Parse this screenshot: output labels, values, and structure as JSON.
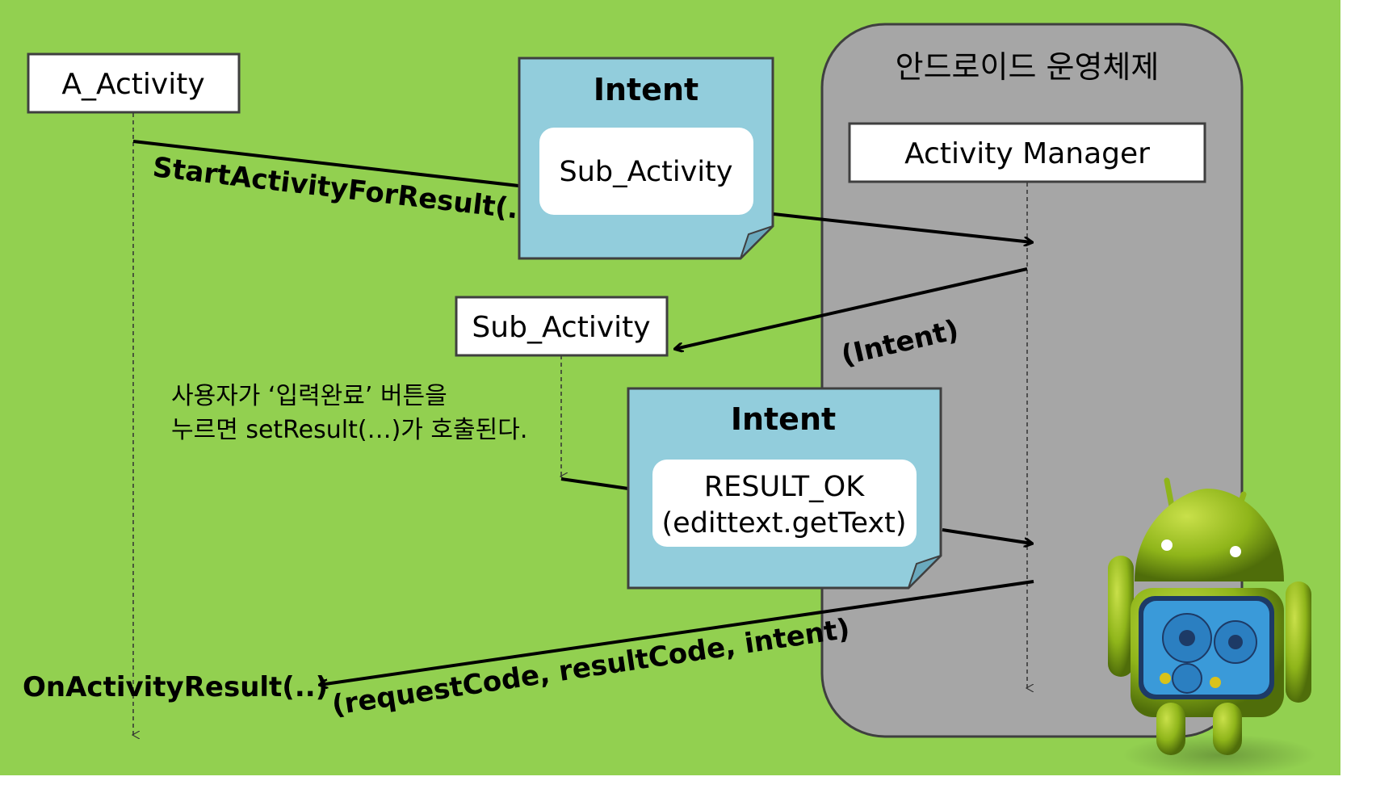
{
  "colors": {
    "background": "#92d050",
    "os_panel": "#a6a6a6",
    "intent_note": "#92cddc",
    "text": "#000000"
  },
  "os_panel": {
    "title": "안드로이드 운영체제"
  },
  "boxes": {
    "a_activity": "A_Activity",
    "activity_manager": "Activity Manager",
    "sub_activity": "Sub_Activity"
  },
  "intent_top": {
    "title": "Intent",
    "content": "Sub_Activity"
  },
  "intent_bottom": {
    "title": "Intent",
    "content_line1": "RESULT_OK",
    "content_line2": "(edittext.getText)"
  },
  "labels": {
    "start_activity": "StartActivityForResult(..)",
    "intent_param": "(Intent)",
    "user_note_line1": "사용자가 ‘입력완료’ 버튼을",
    "user_note_line2": "누르면 setResult(…)가 호출된다.",
    "on_activity_result": "OnActivityResult(..)",
    "result_params": "(requestCode, resultCode, intent)"
  },
  "icons": {
    "mascot": "android-robot-gears-icon"
  }
}
